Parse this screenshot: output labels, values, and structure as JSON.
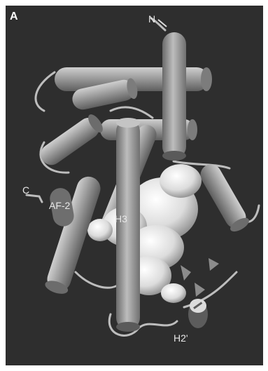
{
  "figure": {
    "panel_letter": "A",
    "labels": {
      "n_terminus": "N",
      "c_terminus": "C",
      "af2_helix": "AF-2",
      "helix_h3": "H3",
      "helix_h2_prime": "H2'"
    },
    "colors": {
      "background": "#2e2e2e",
      "helix_fill": "#9a9a9a",
      "ligand_surface": "#e6e6e6",
      "loop": "#bdbdbd",
      "af2_helix": "#6e6e6e"
    }
  }
}
